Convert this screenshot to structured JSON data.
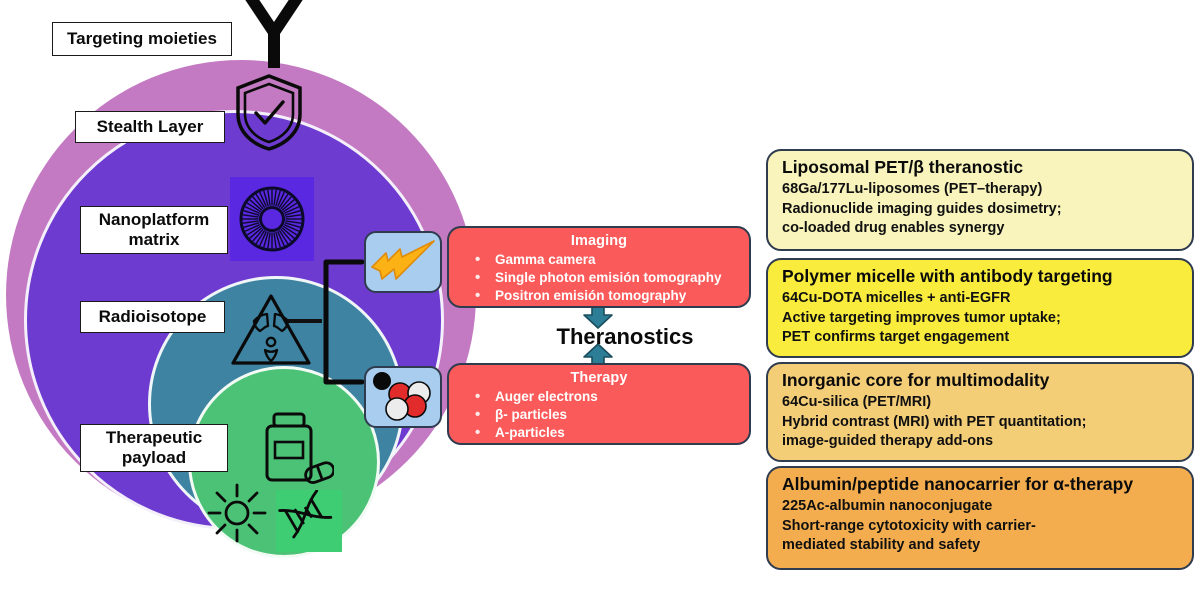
{
  "schematic": {
    "labels": {
      "targeting": "Targeting moieties",
      "stealth": "Stealth Layer",
      "matrix": "Nanoplatform matrix",
      "radioisotope": "Radioisotope",
      "payload": "Therapeutic payload"
    },
    "icons": {
      "antibody": "antibody-y-icon",
      "shield": "shield-check-icon",
      "liposome": "liposome-icon",
      "radiation": "radiation-warning-icon",
      "pill_bottle": "pill-bottle-icon",
      "sun": "sun-icon",
      "dna": "dna-helix-icon"
    },
    "colors": {
      "stealth_ring": "#c47ac2",
      "matrix_ring": "#6d3bd0",
      "isotope_ring": "#3e83a1",
      "payload_ring": "#4cc277",
      "liposome_tile": "#5a28e0",
      "dna_tile": "#3fcd73"
    }
  },
  "center": {
    "theranostics_label": "Theranostics",
    "arrow_color": "#2b7e96"
  },
  "modalities": [
    {
      "id": "imaging",
      "title": "Imaging",
      "icon": "lightning-bolt-icon",
      "items": [
        "Gamma camera",
        "Single photon emisión tomography",
        "Positron emisión tomography"
      ],
      "color": "#fb5a5a"
    },
    {
      "id": "therapy",
      "title": "Therapy",
      "icon": "particles-icon",
      "items": [
        "Auger electrons",
        "β- particles",
        "A-particles"
      ],
      "color": "#fb5a5a"
    }
  ],
  "cards": [
    {
      "title": "Liposomal PET/β theranostic",
      "lines": [
        "68Ga/177Lu-liposomes (PET–therapy)",
        "Radionuclide imaging guides dosimetry;",
        "co-loaded drug enables synergy"
      ],
      "color": "#f8f4bc"
    },
    {
      "title": "Polymer micelle with antibody targeting",
      "lines": [
        "64Cu-DOTA micelles + anti-EGFR",
        "Active targeting improves tumor uptake;",
        "PET confirms target engagement"
      ],
      "color": "#f9ec3c"
    },
    {
      "title": "Inorganic core for multimodality",
      "lines": [
        "64Cu-silica (PET/MRI)",
        "Hybrid contrast (MRI) with PET quantitation;",
        "image-guided therapy add-ons"
      ],
      "color": "#f4cd77"
    },
    {
      "title": "Albumin/peptide nanocarrier for α-therapy",
      "lines": [
        "225Ac-albumin nanoconjugate",
        "Short-range cytotoxicity with carrier-",
        "mediated stability and safety"
      ],
      "color": "#f4ad4e"
    }
  ]
}
